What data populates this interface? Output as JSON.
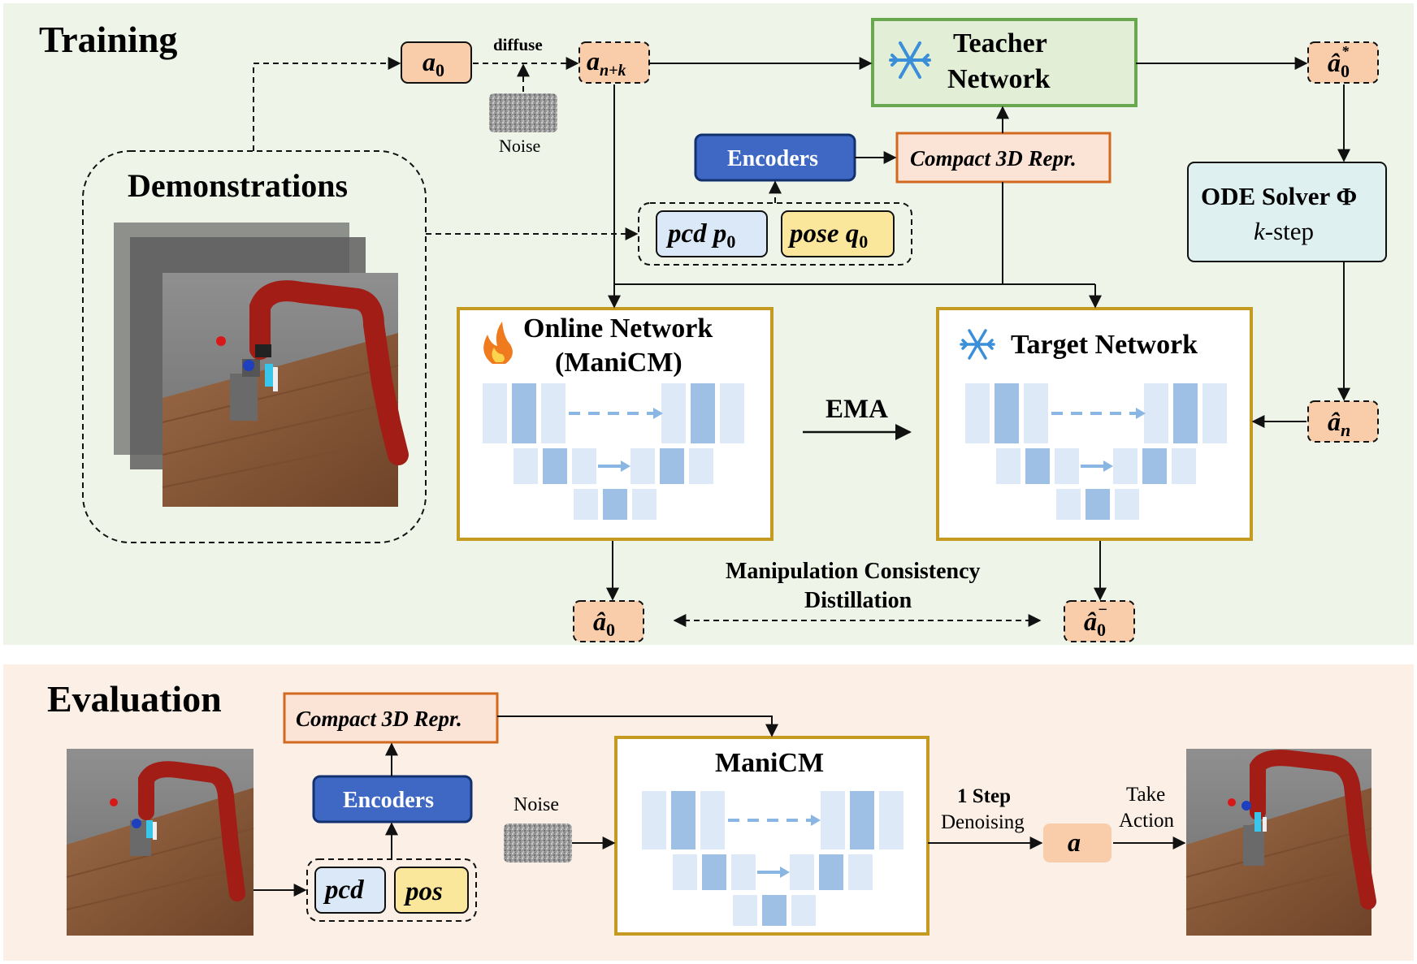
{
  "colors": {
    "training_bg": "#eef5e8",
    "evaluation_bg": "#fbefe6",
    "action_fill": "#f9ccaa",
    "action_stroke": "#111111",
    "encoder_fill": "#3f68c4",
    "encoder_stroke": "#13316f",
    "compact_fill": "#fbe4d6",
    "compact_stroke": "#d2691e",
    "teacher_fill": "#e2efd6",
    "teacher_stroke": "#6aa84f",
    "network_stroke": "#c59a20",
    "ode_fill": "#dff0f1",
    "pcd_fill": "#dbe8f7",
    "pose_fill": "#fbe79c",
    "unet_light": "#dde9f6",
    "unet_dark": "#9ec0e4",
    "robot_red": "#a11d16",
    "table_wood": "#8a5a3a"
  },
  "training": {
    "title": "Training",
    "a0_label": "a",
    "a0_sub": "0",
    "diffuse_label": "diffuse",
    "ank_label": "a",
    "ank_sub": "n+k",
    "noise_label": "Noise",
    "teacher_line1": "Teacher",
    "teacher_line2": "Network",
    "a0star_label": "â",
    "a0star_sub": "0",
    "a0star_sup": "*",
    "encoders_label": "Encoders",
    "compact_label": "Compact 3D Repr.",
    "demos_label": "Demonstrations",
    "pcd_label": "pcd p",
    "pcd_sub": "0",
    "pose_label": "pose q",
    "pose_sub": "0",
    "ode_line1": "ODE Solver Φ",
    "ode_line2_k": "k",
    "ode_line2_rest": "-step",
    "online_line1": "Online Network",
    "online_line2": "(ManiCM)",
    "target_label": "Target Network",
    "ema_label": "EMA",
    "an_label": "â",
    "an_sub": "n",
    "mcd_line1": "Manipulation Consistency",
    "mcd_line2": "Distillation",
    "a0hat_label": "â",
    "a0hat_sub": "0",
    "a0minus_label": "â",
    "a0minus_sub": "0",
    "a0minus_sup": "−",
    "icons": {
      "fire": "fire-icon",
      "snowflake": "snowflake-icon"
    }
  },
  "evaluation": {
    "title": "Evaluation",
    "compact_label": "Compact 3D Repr.",
    "encoders_label": "Encoders",
    "pcd_label": "pcd",
    "pos_label": "pos",
    "noise_label": "Noise",
    "manicm_label": "ManiCM",
    "step_line1": "1 Step",
    "step_line2": "Denoising",
    "action_label": "a",
    "take_line1": "Take",
    "take_line2": "Action"
  }
}
